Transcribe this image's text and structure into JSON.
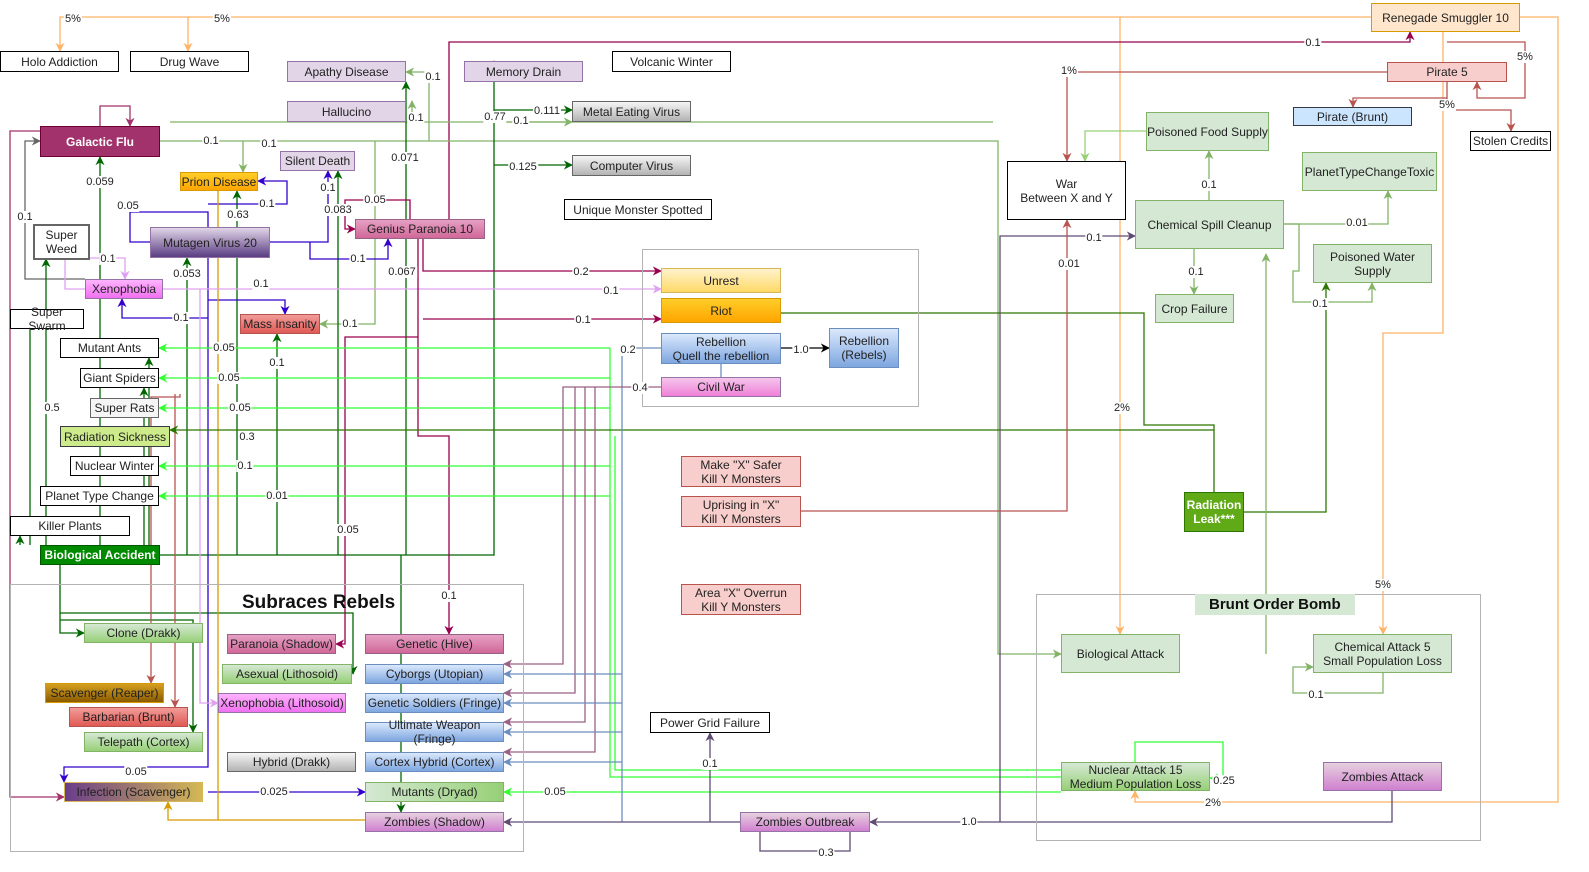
{
  "groups": {
    "subraces_rebels": "Subraces Rebels",
    "brunt_order_bomb": "Brunt Order Bomb"
  },
  "nodes": {
    "holo_addiction": "Holo Addiction",
    "drug_wave": "Drug Wave",
    "apathy_disease": "Apathy Disease",
    "hallucino": "Hallucino",
    "memory_drain": "Memory Drain",
    "volcanic_winter": "Volcanic Winter",
    "metal_eating_virus": "Metal Eating Virus",
    "computer_virus": "Computer Virus",
    "unique_monster": "Unique Monster Spotted",
    "galactic_flu": "Galactic Flu",
    "prion_disease": "Prion Disease",
    "silent_death": "Silent Death",
    "super_weed": "Super\nWeed",
    "mutagen_virus": "Mutagen Virus 20",
    "genius_paranoia": "Genius Paranoia 10",
    "xenophobia": "Xenophobia",
    "super_swarm": "Super Swarm",
    "mass_insanity": "Mass Insanity",
    "mutant_ants": "Mutant Ants",
    "giant_spiders": "Giant Spiders",
    "super_rats": "Super Rats",
    "radiation_sickness": "Radiation Sickness",
    "nuclear_winter": "Nuclear Winter",
    "planet_type_change": "Planet Type Change",
    "killer_plants": "Killer Plants",
    "biological_accident": "Biological Accident",
    "unrest": "Unrest",
    "riot": "Riot",
    "rebellion_quell": "Rebellion\nQuell the rebellion",
    "rebellion_rebels": "Rebellion\n(Rebels)",
    "civil_war": "Civil War",
    "make_x_safer": "Make \"X\" Safer\nKill Y Monsters",
    "uprising": "Uprising in \"X\"\nKill Y Monsters",
    "area_overrun": "Area \"X\" Overrun\nKill Y Monsters",
    "power_grid_failure": "Power Grid Failure",
    "zombies_outbreak": "Zombies Outbreak",
    "clone_drakk": "Clone (Drakk)",
    "paranoia_shadow": "Paranoia (Shadow)",
    "genetic_hive": "Genetic (Hive)",
    "asexual_lithosoid": "Asexual (Lithosoid)",
    "cyborgs_utopian": "Cyborgs (Utopian)",
    "scavenger_reaper": "Scavenger (Reaper)",
    "xenophobia_lithosoid": "Xenophobia (Lithosoid)",
    "genetic_soldiers": "Genetic Soldiers (Fringe)",
    "barbarian_brunt": "Barbarian (Brunt)",
    "ultimate_weapon": "Ultimate Weapon (Fringe)",
    "telepath_cortex": "Telepath (Cortex)",
    "hybrid_drakk": "Hybrid (Drakk)",
    "cortex_hybrid": "Cortex Hybrid (Cortex)",
    "infection_scavenger": "Infection (Scavenger)",
    "mutants_dryad": "Mutants (Dryad)",
    "zombies_shadow": "Zombies (Shadow)",
    "renegade_smuggler": "Renegade Smuggler 10",
    "pirate5": "Pirate 5",
    "pirate_brunt": "Pirate (Brunt)",
    "stolen_credits": "Stolen Credits",
    "war": "War\nBetween X and Y",
    "poisoned_food": "Poisoned Food Supply",
    "planet_toxic": "PlanetTypeChangeToxic",
    "chemical_spill": "Chemical Spill Cleanup",
    "poisoned_water": "Poisoned Water\nSupply",
    "crop_failure": "Crop Failure",
    "radiation_leak": "Radiation\nLeak***",
    "biological_attack": "Biological Attack",
    "chemical_attack": "Chemical Attack 5\nSmall Population Loss",
    "nuclear_attack": "Nuclear Attack 15\nMedium Population Loss",
    "zombies_attack": "Zombies Attack"
  },
  "edge_labels": {
    "holo_5": "5%",
    "drug_5": "5%",
    "apathy_01": "0.1",
    "hallucino_01": "0.1",
    "memory_077": "0.77",
    "metal_0111": "0.111",
    "metal_01": "0.1",
    "computer_0125": "0.125",
    "gf_01a": "0.1",
    "gf_01b": "0.1",
    "gf_0059": "0.059",
    "gf_left_01": "0.1",
    "apathy_0071": "0.071",
    "silent_01": "0.1",
    "silent_0083": "0.083",
    "genius_005": "0.05",
    "mutagen_005": "0.05",
    "prion_01": "0.1",
    "prion_063": "0.63",
    "genius_01": "0.1",
    "mutagen_0053": "0.053",
    "xeno_01": "0.1",
    "genius_0067": "0.067",
    "mass_01a": "0.1",
    "mass_01b": "0.1",
    "mass_01c": "0.1",
    "unrest_02": "0.2",
    "unrest_01": "0.1",
    "riot_01": "0.1",
    "ants_005": "0.05",
    "spiders_005": "0.05",
    "rats_005": "0.05",
    "rats_05": "0.5",
    "radsick_03": "0.3",
    "nwinter_01": "0.1",
    "ptc_001": "0.01",
    "mass_up_01": "0.1",
    "paranoia_005": "0.05",
    "hive_01": "0.1",
    "rebel_02": "0.2",
    "civil_04": "0.4",
    "rebels_10": "1.0",
    "infection_005": "0.05",
    "mutants_0025": "0.025",
    "mutants_005": "0.05",
    "power_01": "0.1",
    "zombies_10": "1.0",
    "zombies_03": "0.3",
    "smuggler_01": "0.1",
    "pirate_1pct": "1%",
    "pirate_5a": "5%",
    "pirate_5b": "5%",
    "war_001": "0.01",
    "chem_01": "0.1",
    "food_01": "0.1",
    "toxic_001": "0.01",
    "crop_01": "0.1",
    "water_01": "0.1",
    "leak_2pct": "2%",
    "chemattack_5pct": "5%",
    "chemattack_01": "0.1",
    "nuclear_025": "0.25",
    "nuclear_2pct": "2%"
  },
  "colors": {
    "lavender_fill": "#e1d5e7",
    "lavender_stroke": "#9673a6",
    "flu": "#a2326b",
    "prion": "#ffb61a",
    "mutagen": "#5a3d82",
    "genius": "#d97aa4",
    "xeno": "#f98bf6",
    "mass": "#ea6b66",
    "unrest": "#fff2cc",
    "riot": "#ffa500",
    "blue": "#a9c4eb",
    "civil": "#f090da",
    "pink": "#f8cecc",
    "green_light": "#d5e8d4",
    "radleak": "#60a917",
    "bioacc": "#008a00",
    "dark_green": "#006600",
    "bright_green": "#33ff33",
    "orange_line": "#ffb366",
    "maroon": "#99004d",
    "purple": "#3300cc",
    "smuggler": "#ffe6cc",
    "pirate_brunt": "#cce5ff"
  }
}
